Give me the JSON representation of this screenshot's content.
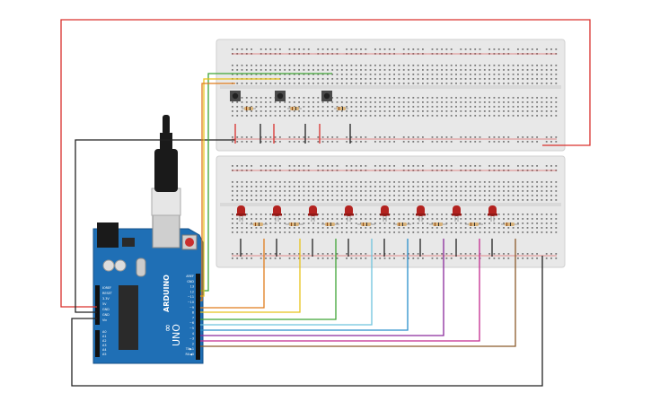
{
  "arduino": {
    "brand": "ARDUINO",
    "model": "UNO",
    "reset_label": "RESET",
    "power_labels": [
      "IOREF",
      "RESET",
      "3.3V",
      "5V",
      "GND",
      "GND",
      "Vin"
    ],
    "analog_labels": [
      "A0",
      "A1",
      "A2",
      "A3",
      "A4",
      "A5"
    ],
    "digital_labels": [
      "AREF",
      "GND",
      "13",
      "12",
      "~11",
      "~10",
      "~9",
      "8",
      "7",
      "~6",
      "~5",
      "4",
      "~3",
      "2",
      "TX▶1",
      "RX◀0"
    ]
  },
  "colors": {
    "board_blue": "#1f6fb5",
    "breadboard": "#e9e9e9",
    "rail_red": "#d62c2c",
    "wire_red": "#d9302c",
    "wire_black": "#222222",
    "wire_green": "#3fa535",
    "wire_yellow": "#e8c21a",
    "wire_orange": "#e07c1c",
    "wire_lightblue": "#6fc3dd",
    "wire_blue": "#2a8fcb",
    "wire_purple": "#8a2a9c",
    "wire_magenta": "#c2298f",
    "wire_brown": "#8b5a2b",
    "led_red": "#b3221f",
    "usb_cable": "#1a1a1a"
  }
}
